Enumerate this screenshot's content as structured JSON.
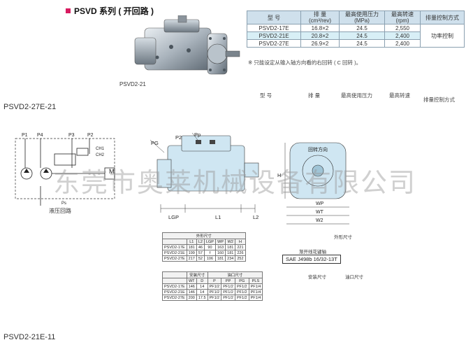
{
  "series_title": "PSVD 系列 ( 开回路 )",
  "spec_table": {
    "headers": [
      "型 号",
      "排 量\n(cm³/rev)",
      "最高使用压力\n(MPa)",
      "最高转速\n(rpm)",
      "排量控制方式"
    ],
    "rows": [
      [
        "PSVD2-17E",
        "16.8×2",
        "24.5",
        "2,550"
      ],
      [
        "PSVD2-21E",
        "20.8×2",
        "24.5",
        "2,400"
      ],
      [
        "PSVD2-27E",
        "26.9×2",
        "24.5",
        "2,400"
      ]
    ],
    "control": "功率控制"
  },
  "note": "※ 只能设定从输入轴方向看的右回转 ( C 回转 )。",
  "photo_label": "PSVD2-21",
  "header_row2": [
    "型 号",
    "排 量",
    "最高使用压力",
    "最高转速",
    "排量控制方式"
  ],
  "model_a": "PSVD2-27E-21",
  "model_b": "PSVD2-21E-11",
  "diagram_caption": "液压回路",
  "hyd_labels": {
    "p1": "P1",
    "p2": "P2",
    "p3": "P3",
    "p4": "P4",
    "ch1": "CH1",
    "ch2": "CH2",
    "m": "M",
    "ps": "Ps"
  },
  "side_labels": {
    "pg": "PG",
    "p2": "P2",
    "pp": "Pp",
    "lgp": "LGP",
    "l1": "L1",
    "l2": "L2",
    "cw": "回转方向",
    "h": "H",
    "wp": "WP",
    "wt": "WT",
    "w2": "W2"
  },
  "ext_caption": "外形尺寸",
  "spline_caption": "渐开线花键轴",
  "spline_spec": "SAE J498b 16/32-13T",
  "dim_table1": {
    "title": "外形尺寸",
    "headers": [
      "",
      "L1",
      "L2",
      "LGP",
      "WP",
      "W2",
      "H"
    ],
    "rows": [
      [
        "PSVD2-17E",
        "181",
        "46",
        "90",
        "163",
        "181",
        "221"
      ],
      [
        "PSVD2-21E",
        "199",
        "57",
        "f",
        "160",
        "181",
        "226"
      ],
      [
        "PSVD2-27E",
        "217",
        "52",
        "106",
        "181",
        "234",
        "252"
      ]
    ]
  },
  "dim_table2": {
    "h1": "安装尺寸",
    "h2": "油口尺寸",
    "headers": [
      "",
      "WT",
      "D",
      "P",
      "PP",
      "PG",
      "PLS"
    ],
    "rows": [
      [
        "PSVD2-17E",
        "146",
        "14",
        "PF1/2",
        "PF1/2",
        "PF1/2",
        "PF1/4"
      ],
      [
        "PSVD2-21E",
        "146",
        "14",
        "PF1/2",
        "PF1/2",
        "PF1/2",
        "PF1/4"
      ],
      [
        "PSVD2-27E",
        "200",
        "17.5",
        "PF1/2",
        "PF1/2",
        "PF1/2",
        "PF1/4"
      ]
    ]
  },
  "install_caption": "安装尺寸",
  "port_caption": "油口尺寸",
  "watermark": "东莞市奥莱机械设备有限公司",
  "colors": {
    "accent": "#d81b60",
    "table_header": "#cfe0ec",
    "highlight": "#d8eff6",
    "pump_fill": "#cfe6f2"
  }
}
